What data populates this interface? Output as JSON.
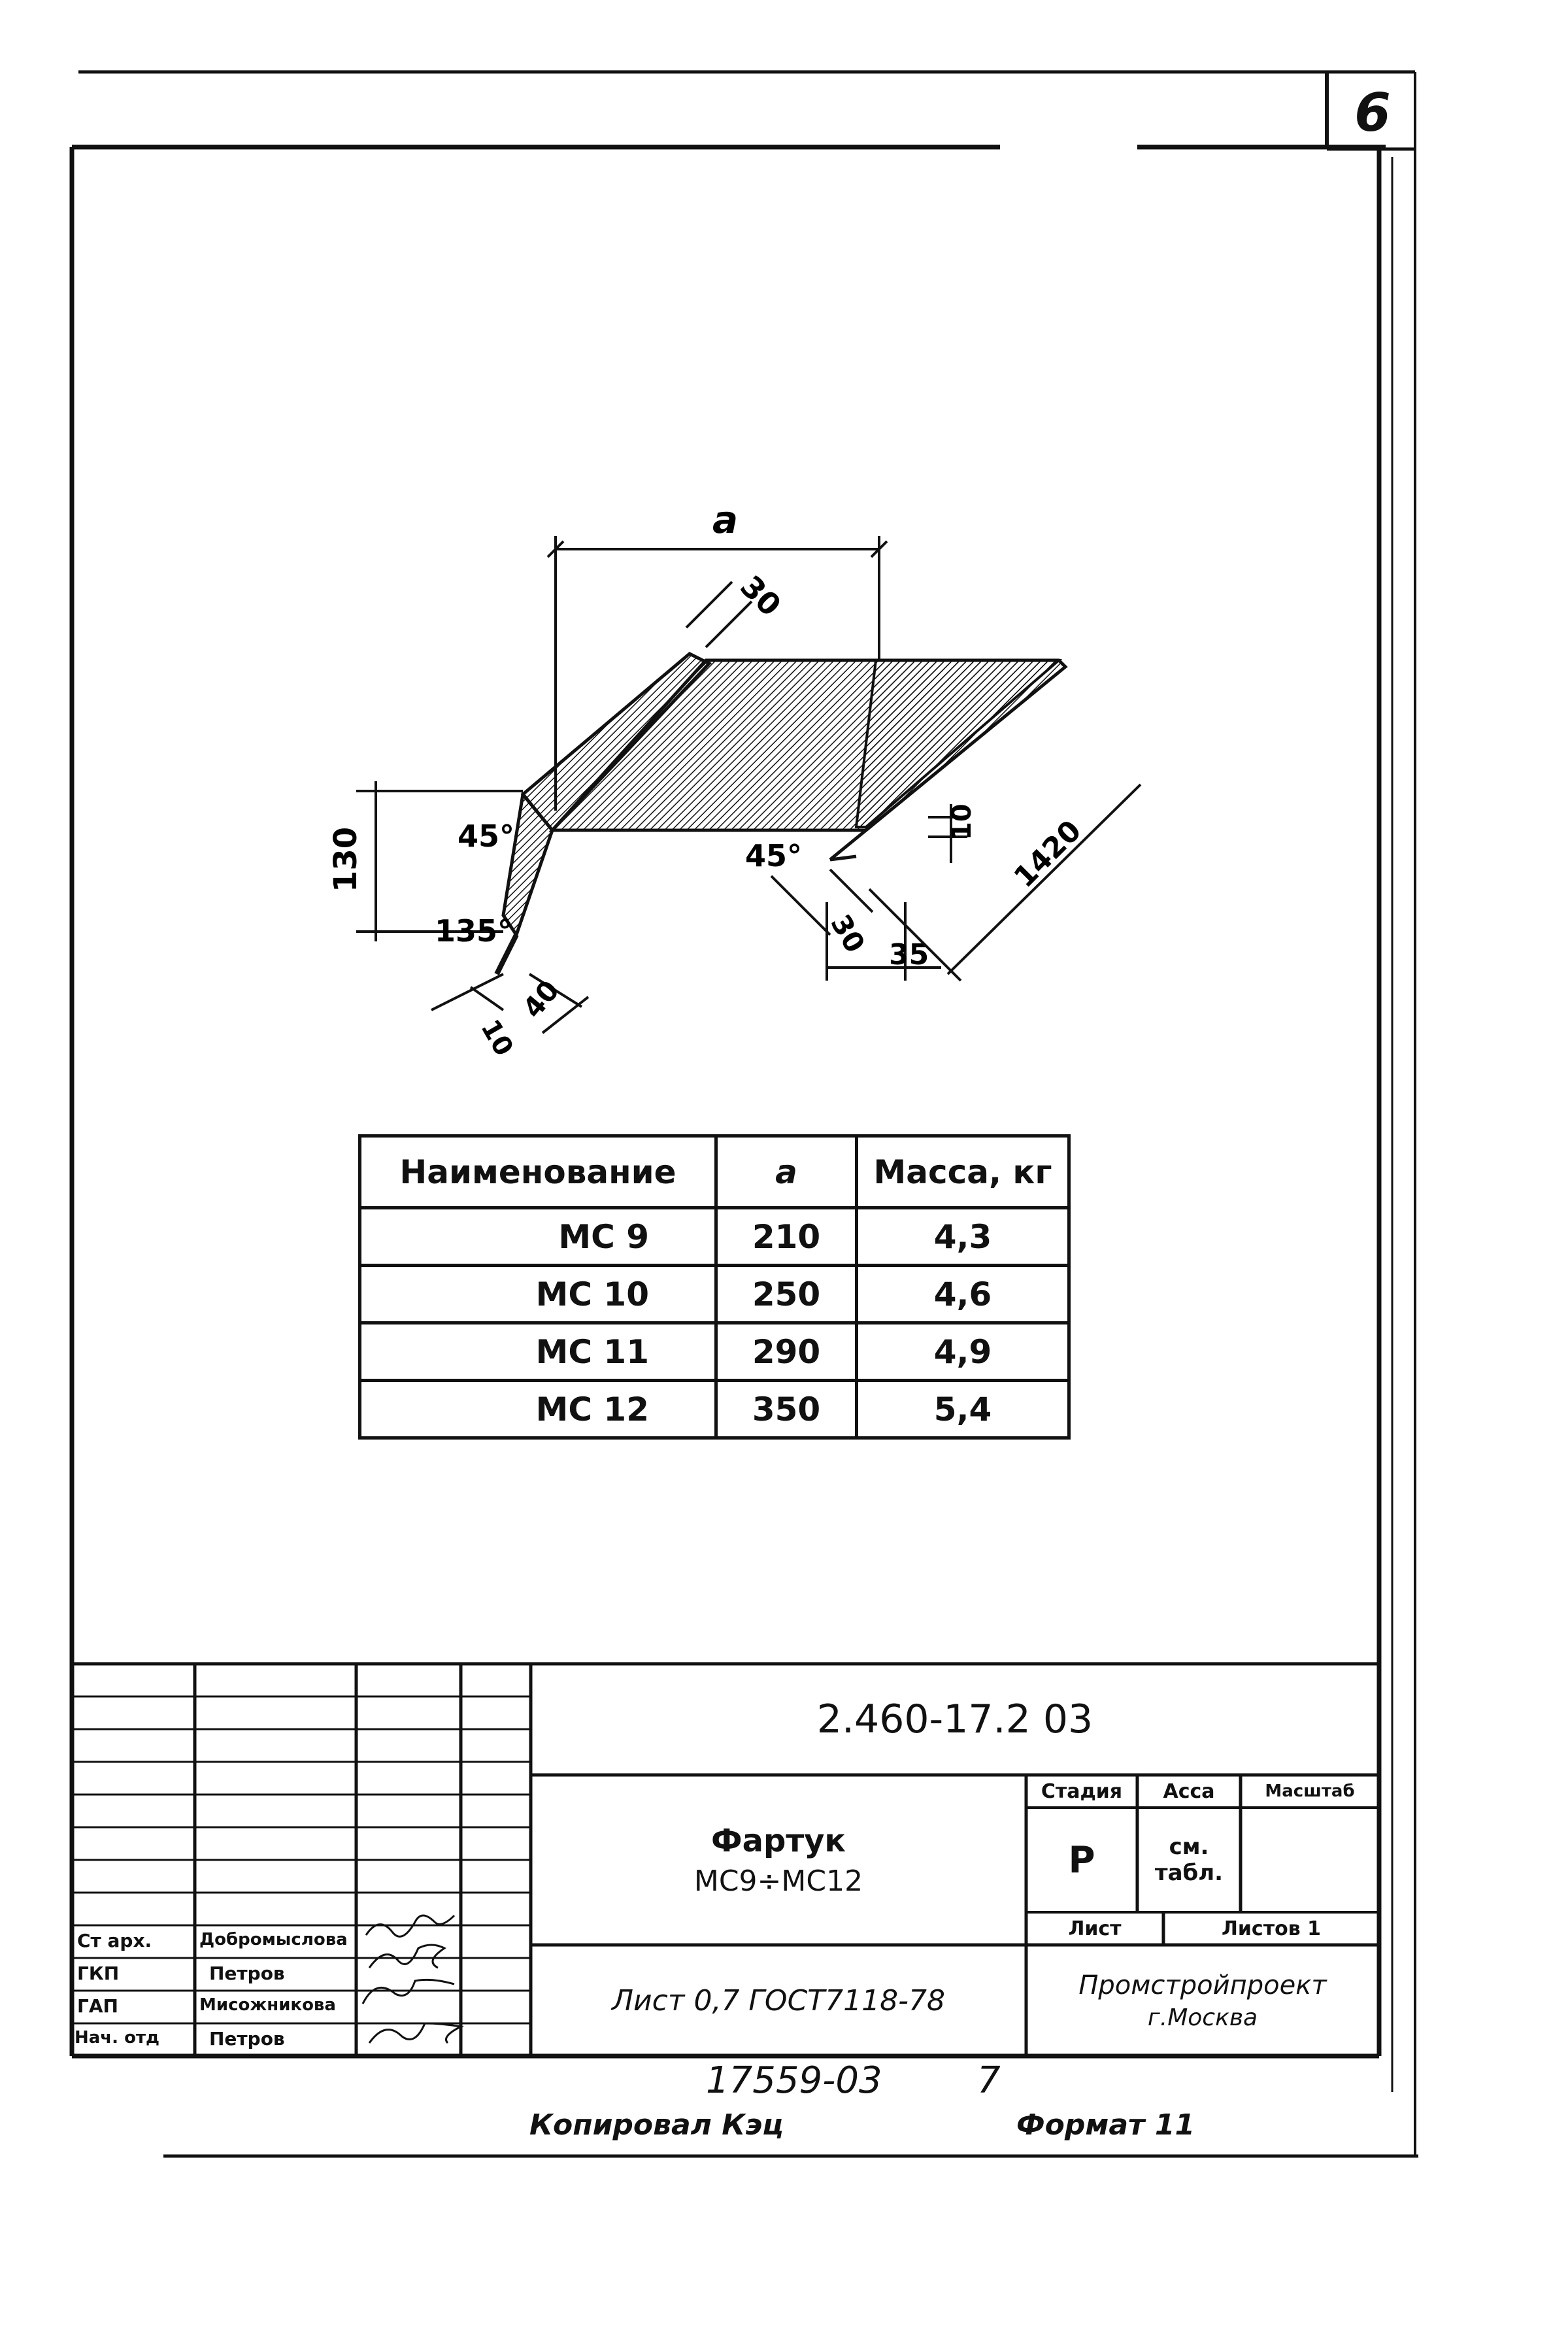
{
  "sheet_number": "6",
  "drawing": {
    "labels": {
      "a": "a",
      "d30_top": "30",
      "d130": "130",
      "angle45_left": "45°",
      "angle135": "135°",
      "d10_left": "10",
      "d40": "40",
      "angle45_right": "45°",
      "d30_bottom": "30",
      "d10_right": "10",
      "d35": "35",
      "d1420": "1420"
    }
  },
  "spec_table": {
    "headers": [
      "Наименование",
      "a",
      "Масса, кг"
    ],
    "rows": [
      [
        "МС 9",
        "210",
        "4,3"
      ],
      [
        "МС 10",
        "250",
        "4,6"
      ],
      [
        "МС 11",
        "290",
        "4,9"
      ],
      [
        "МС 12",
        "350",
        "5,4"
      ]
    ]
  },
  "title_block": {
    "designation": "2.460-17.2 03",
    "name_line1": "Фартук",
    "name_line2": "МС9÷МС12",
    "material": "Лист 0,7 ГОСТ7118-78",
    "stage_header": "Стадия",
    "mass_header": "Асса",
    "scale_header": "Масштаб",
    "stage_value": "Р",
    "mass_value_1": "см.",
    "mass_value_2": "табл.",
    "sheet_label": "Лист",
    "sheets_label": "Листов 1",
    "org_line1": "Промстройпроект",
    "org_line2": "г.Москва",
    "people": [
      {
        "role": "Ст арх.",
        "name": "Добромыслова"
      },
      {
        "role": "ГКП",
        "name": "Петров"
      },
      {
        "role": "ГАП",
        "name": "Мисожникова"
      },
      {
        "role": "Нач. отд",
        "name": "Петров"
      }
    ]
  },
  "footer": {
    "inventory": "17559-03",
    "page": "7",
    "copied_by": "Копировал Кэц",
    "format": "Формат 11"
  }
}
